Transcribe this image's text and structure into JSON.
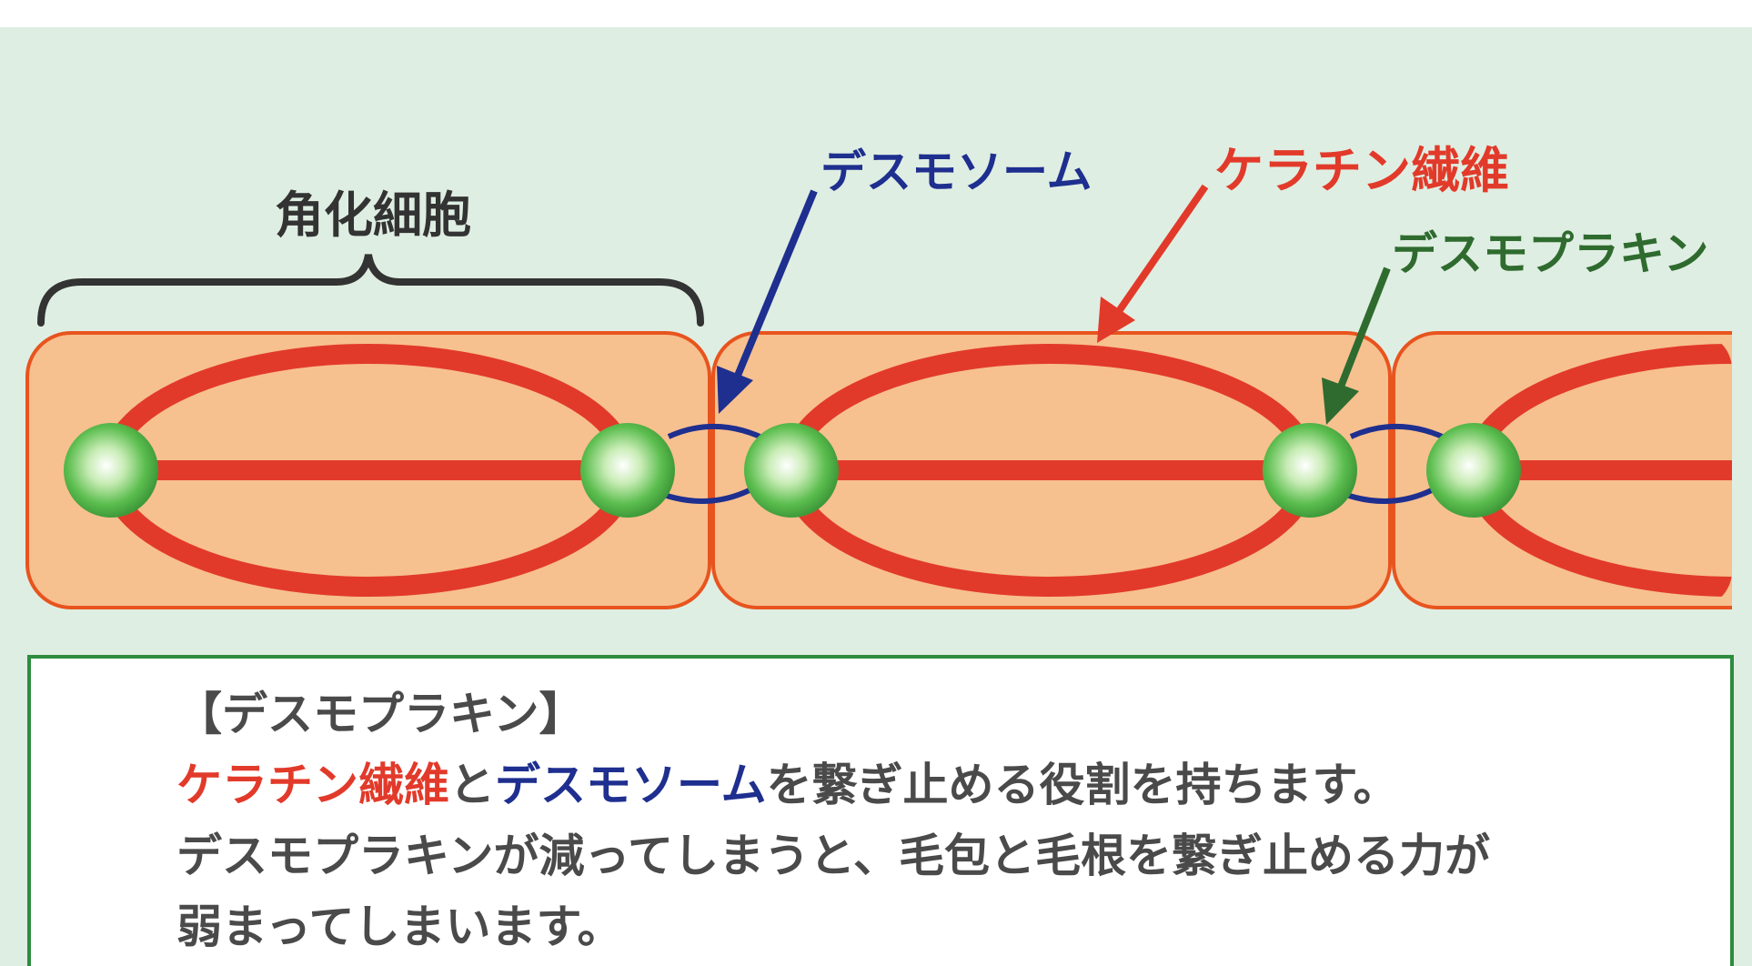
{
  "diagram": {
    "labels": {
      "keratinocyte": "角化細胞",
      "desmosome": "デスモソーム",
      "keratin_fiber": "ケラチン繊維",
      "desmoplakin": "デスモプラキン"
    },
    "colors": {
      "background": "#dfeee2",
      "cell_fill": "#f7c08f",
      "cell_border": "#e8541e",
      "keratin": "#e23a2a",
      "desmosome": "#1e2f8f",
      "desmoplakin_arrow": "#2f6b2f",
      "node_green": "#52b848"
    }
  },
  "description": {
    "heading": "【デスモプラキン】",
    "line1_part1": "ケラチン繊維",
    "line1_part2": "と",
    "line1_part3": "デスモソーム",
    "line1_part4": "を繋ぎ止める役割を持ちます。",
    "line2": "デスモプラキンが減ってしまうと、毛包と毛根を繋ぎ止める力が",
    "line3": "弱まってしまいます。"
  }
}
